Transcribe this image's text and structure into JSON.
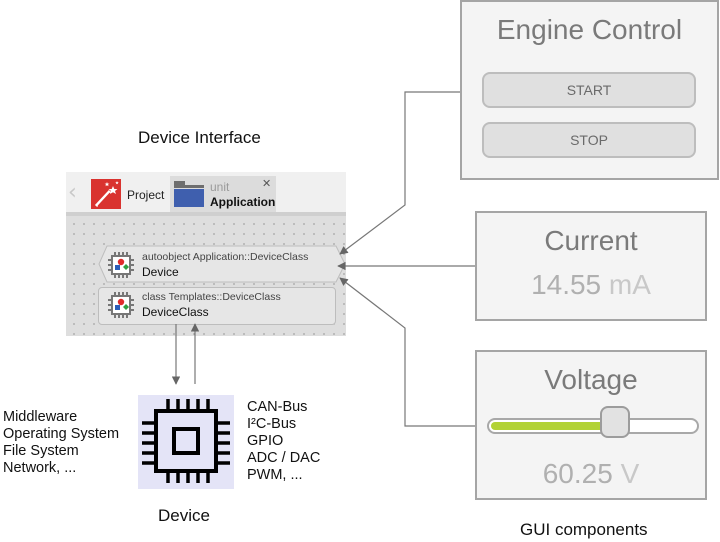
{
  "labels": {
    "device_interface": "Device Interface",
    "device": "Device",
    "gui_components": "GUI components"
  },
  "tabs": {
    "project_label": "Project",
    "unit_kind": "unit",
    "unit_name": "Application",
    "close_symbol": "✕",
    "back_symbol": "‹"
  },
  "bricks": [
    {
      "kind": "autoobject Application::DeviceClass",
      "name": "Device"
    },
    {
      "kind": "class Templates::DeviceClass",
      "name": "DeviceClass"
    }
  ],
  "software_stack": [
    "Middleware",
    "Operating System",
    "File System",
    "Network, ..."
  ],
  "peripherals": [
    "CAN-Bus",
    "I²C-Bus",
    "GPIO",
    "ADC / DAC",
    "PWM, ..."
  ],
  "engine_control": {
    "title": "Engine Control",
    "start_label": "START",
    "stop_label": "STOP"
  },
  "current": {
    "title": "Current",
    "value": "14.55",
    "unit": "mA"
  },
  "voltage": {
    "title": "Voltage",
    "value": "60.25",
    "unit": "V",
    "slider_fraction": 0.6
  },
  "colors": {
    "project_icon": "#d9332f",
    "folder_icon": "#3f5fae",
    "slider_fill": "#b2d235",
    "chip_bg": "#e4e4f7"
  }
}
